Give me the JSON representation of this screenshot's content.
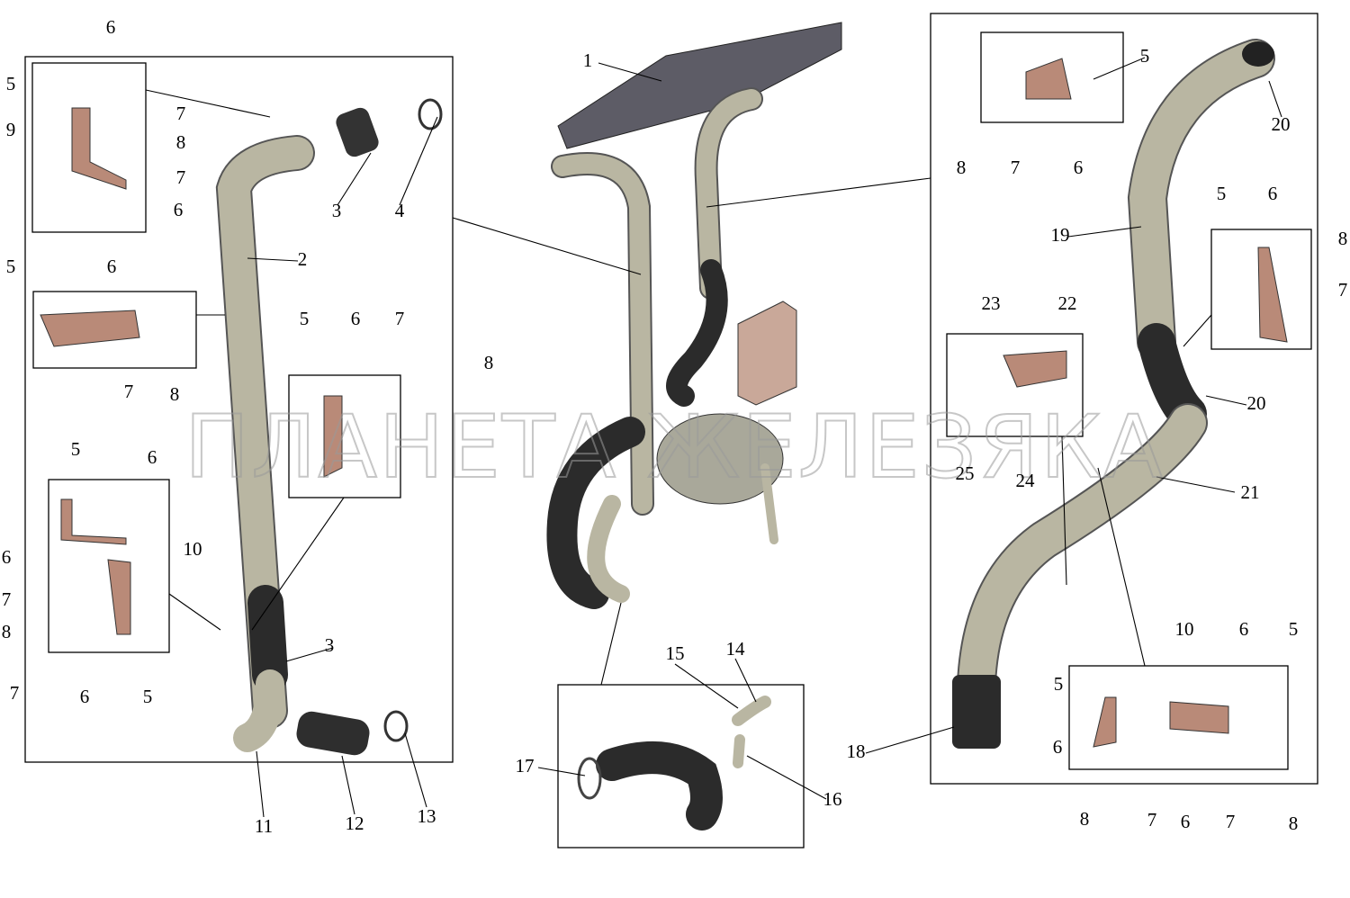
{
  "watermark": "ПЛАНЕТА ЖЕЛЕЗЯКА",
  "labels": [
    "1",
    "2",
    "3",
    "4",
    "5",
    "6",
    "7",
    "8",
    "9",
    "10",
    "11",
    "12",
    "13",
    "14",
    "15",
    "16",
    "17",
    "18",
    "19",
    "20",
    "21",
    "22",
    "23",
    "24",
    "25"
  ]
}
